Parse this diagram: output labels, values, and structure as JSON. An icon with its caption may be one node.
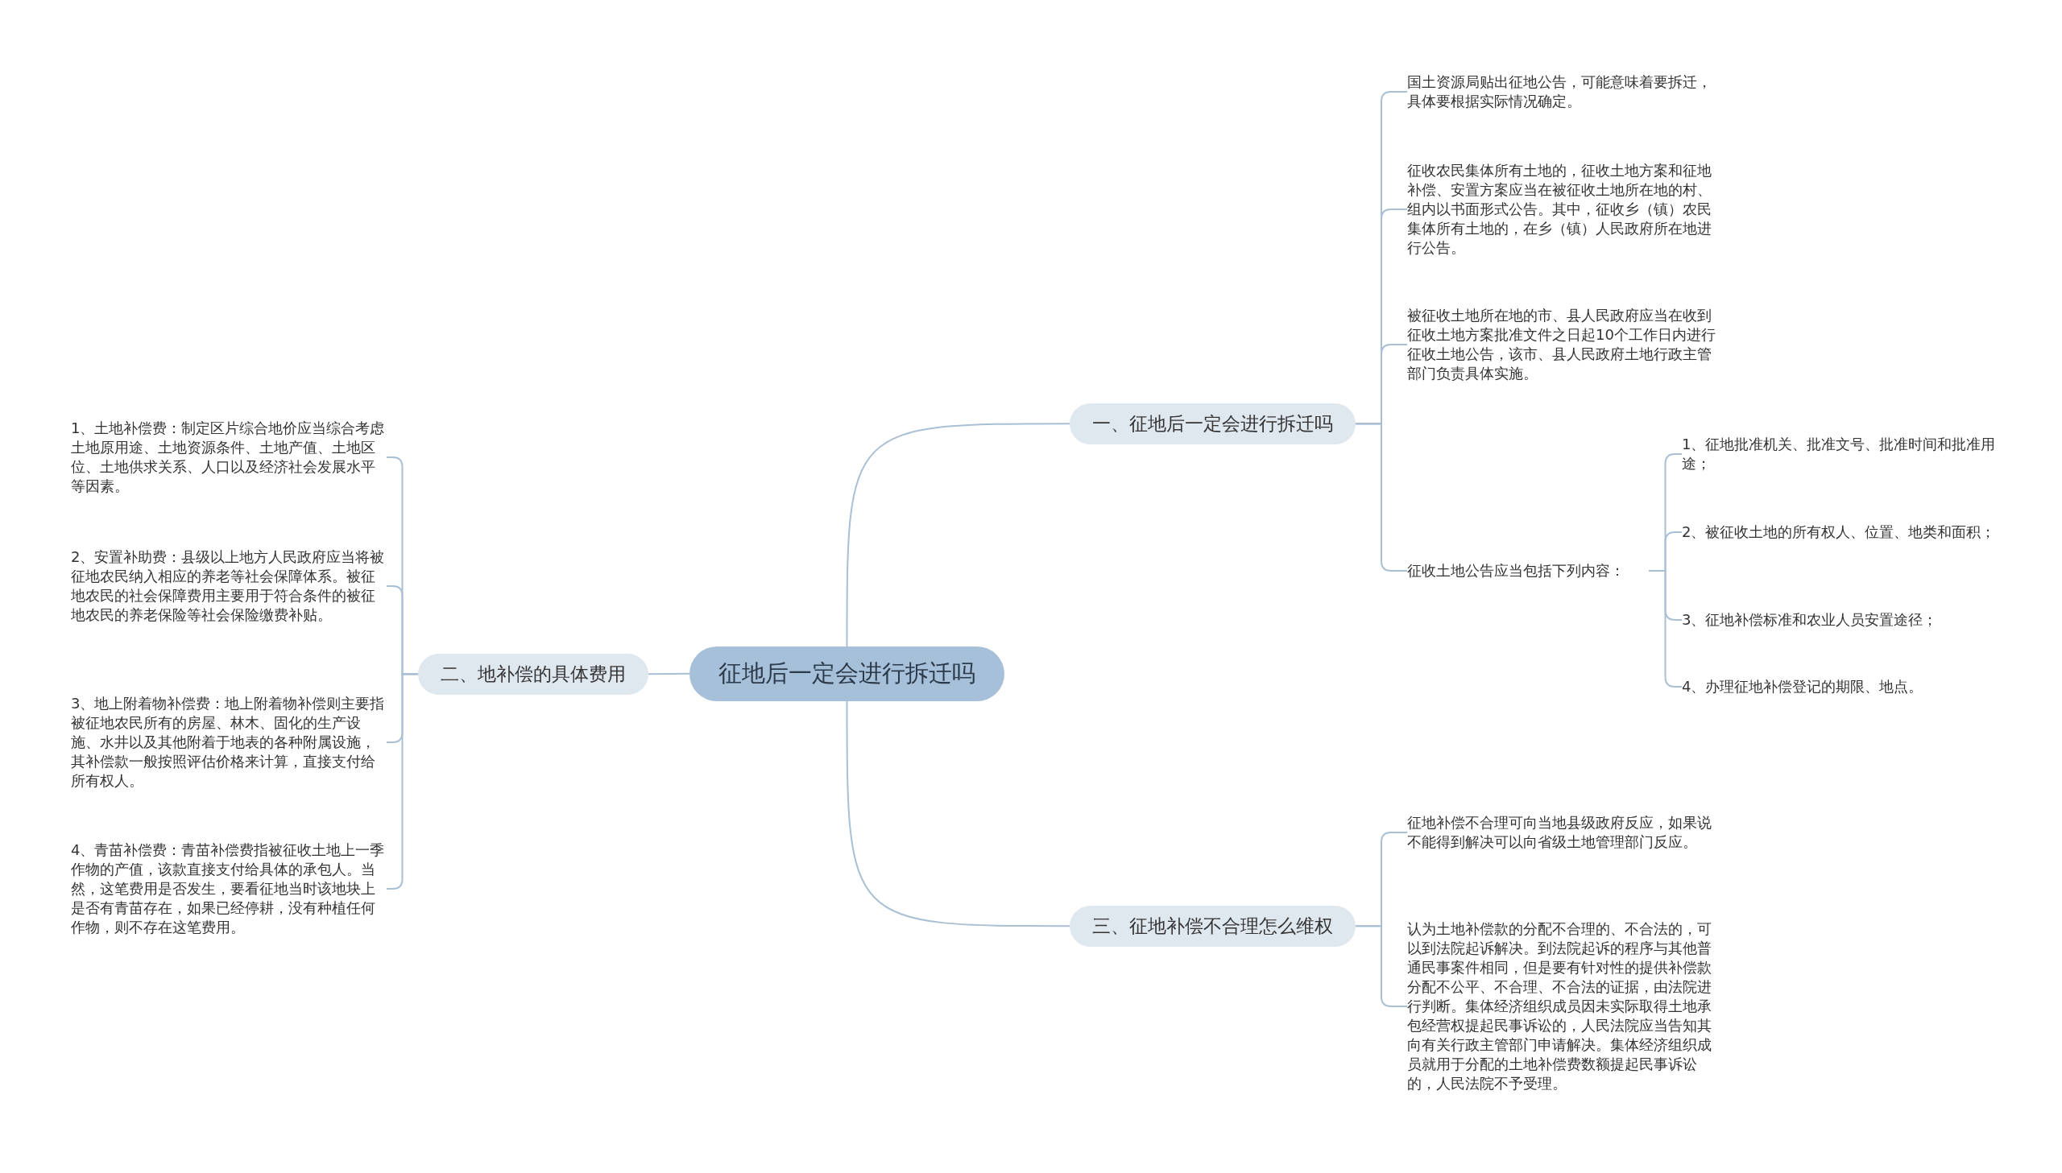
{
  "diagram": {
    "nodes": [
      {
        "text": [
          "征地后一定会进行拆迁吗"
        ]
      },
      {
        "text": [
          "一、征地后一定会进行拆迁吗"
        ]
      },
      {
        "text": [
          "国土资源局贴出征地公告，可能意味着要拆迁，具体要根据实际情况确定。"
        ]
      },
      {
        "text": [
          "征收农民集体所有土地的，征收土地方案和征地补偿、安置方案应当在被征收土地所在地的村、组内以书面形式公告。其中，征收乡（镇）农民集体所有土地的，在乡（镇）人民政府所在地进行公告。"
        ]
      },
      {
        "text": [
          "被征收土地所在地的市、县人民政府应当在收到征收土地方案批准文件之日起10个工作日内进行征收土地公告，该市、县人民政府土地行政主管部门负责具体实施。"
        ]
      },
      {
        "text": [
          "征收土地公告应当包括下列内容："
        ]
      },
      {
        "text": [
          "1、征地批准机关、批准文号、批准时间和批准用途；"
        ]
      },
      {
        "text": [
          "2、被征收土地的所有权人、位置、地类和面积；"
        ]
      },
      {
        "text": [
          "3、征地补偿标准和农业人员安置途径；"
        ]
      },
      {
        "text": [
          "4、办理征地补偿登记的期限、地点。"
        ]
      },
      {
        "text": [
          "二、地补偿的具体费用"
        ]
      },
      {
        "text": [
          "1、土地补偿费：制定区片综合地价应当综合考虑土地原用途、土地资源条件、土地产值、土地区位、土地供求关系、人口以及经济社会发展水平等因素。"
        ]
      },
      {
        "text": [
          "2、安置补助费：县级以上地方人民政府应当将被征地农民纳入相应的养老等社会保障体系。被征地农民的社会保障费用主要用于符合条件的被征地农民的养老保险等社会保险缴费补贴。"
        ]
      },
      {
        "text": [
          "3、地上附着物补偿费：地上附着物补偿则主要指被征地农民所有的房屋、林木、固化的生产设施、水井以及其他附着于地表的各种附属设施，其补偿款一般按照评估价格来计算，直接支付给所有权人。"
        ]
      },
      {
        "text": [
          "4、青苗补偿费：青苗补偿费指被征收土地上一季作物的产值，该款直接支付给具体的承包人。当然，这笔费用是否发生，要看征地当时该地块上是否有青苗存在，如果已经停耕，没有种植任何作物，则不存在这笔费用。"
        ]
      },
      {
        "text": [
          "三、征地补偿不合理怎么维权"
        ]
      },
      {
        "text": [
          "征地补偿不合理可向当地县级政府反应，如果说不能得到解决可以向省级土地管理部门反应。"
        ]
      },
      {
        "text": [
          "认为土地补偿款的分配不合理的、不合法的，可以到法院起诉解决。到法院起诉的程序与其他普通民事案件相同，但是要有针对性的提供补偿款分配不公平、不合理、不合法的证据，由法院进行判断。集体经济组织成员因未实际取得土地承包经营权提起民事诉讼的，人民法院应当告知其向有关行政主管部门申请解决。集体经济组织成员就用于分配的土地补偿费数额提起民事诉讼的，人民法院不予受理。"
        ]
      }
    ],
    "edges": [
      {
        "from": 0,
        "to": 1,
        "arrow": "none"
      },
      {
        "from": 1,
        "to": 2,
        "arrow": "none"
      },
      {
        "from": 1,
        "to": 3,
        "arrow": "none"
      },
      {
        "from": 1,
        "to": 4,
        "arrow": "none"
      },
      {
        "from": 1,
        "to": 5,
        "arrow": "none"
      },
      {
        "from": 5,
        "to": 6,
        "arrow": "none"
      },
      {
        "from": 5,
        "to": 7,
        "arrow": "none"
      },
      {
        "from": 5,
        "to": 8,
        "arrow": "none"
      },
      {
        "from": 5,
        "to": 9,
        "arrow": "none"
      },
      {
        "from": 0,
        "to": 10,
        "arrow": "none"
      },
      {
        "from": 10,
        "to": 11,
        "arrow": "none"
      },
      {
        "from": 10,
        "to": 12,
        "arrow": "none"
      },
      {
        "from": 10,
        "to": 13,
        "arrow": "none"
      },
      {
        "from": 10,
        "to": 14,
        "arrow": "none"
      },
      {
        "from": 0,
        "to": 15,
        "arrow": "none"
      },
      {
        "from": 15,
        "to": 16,
        "arrow": "none"
      },
      {
        "from": 15,
        "to": 17,
        "arrow": "none"
      }
    ]
  }
}
